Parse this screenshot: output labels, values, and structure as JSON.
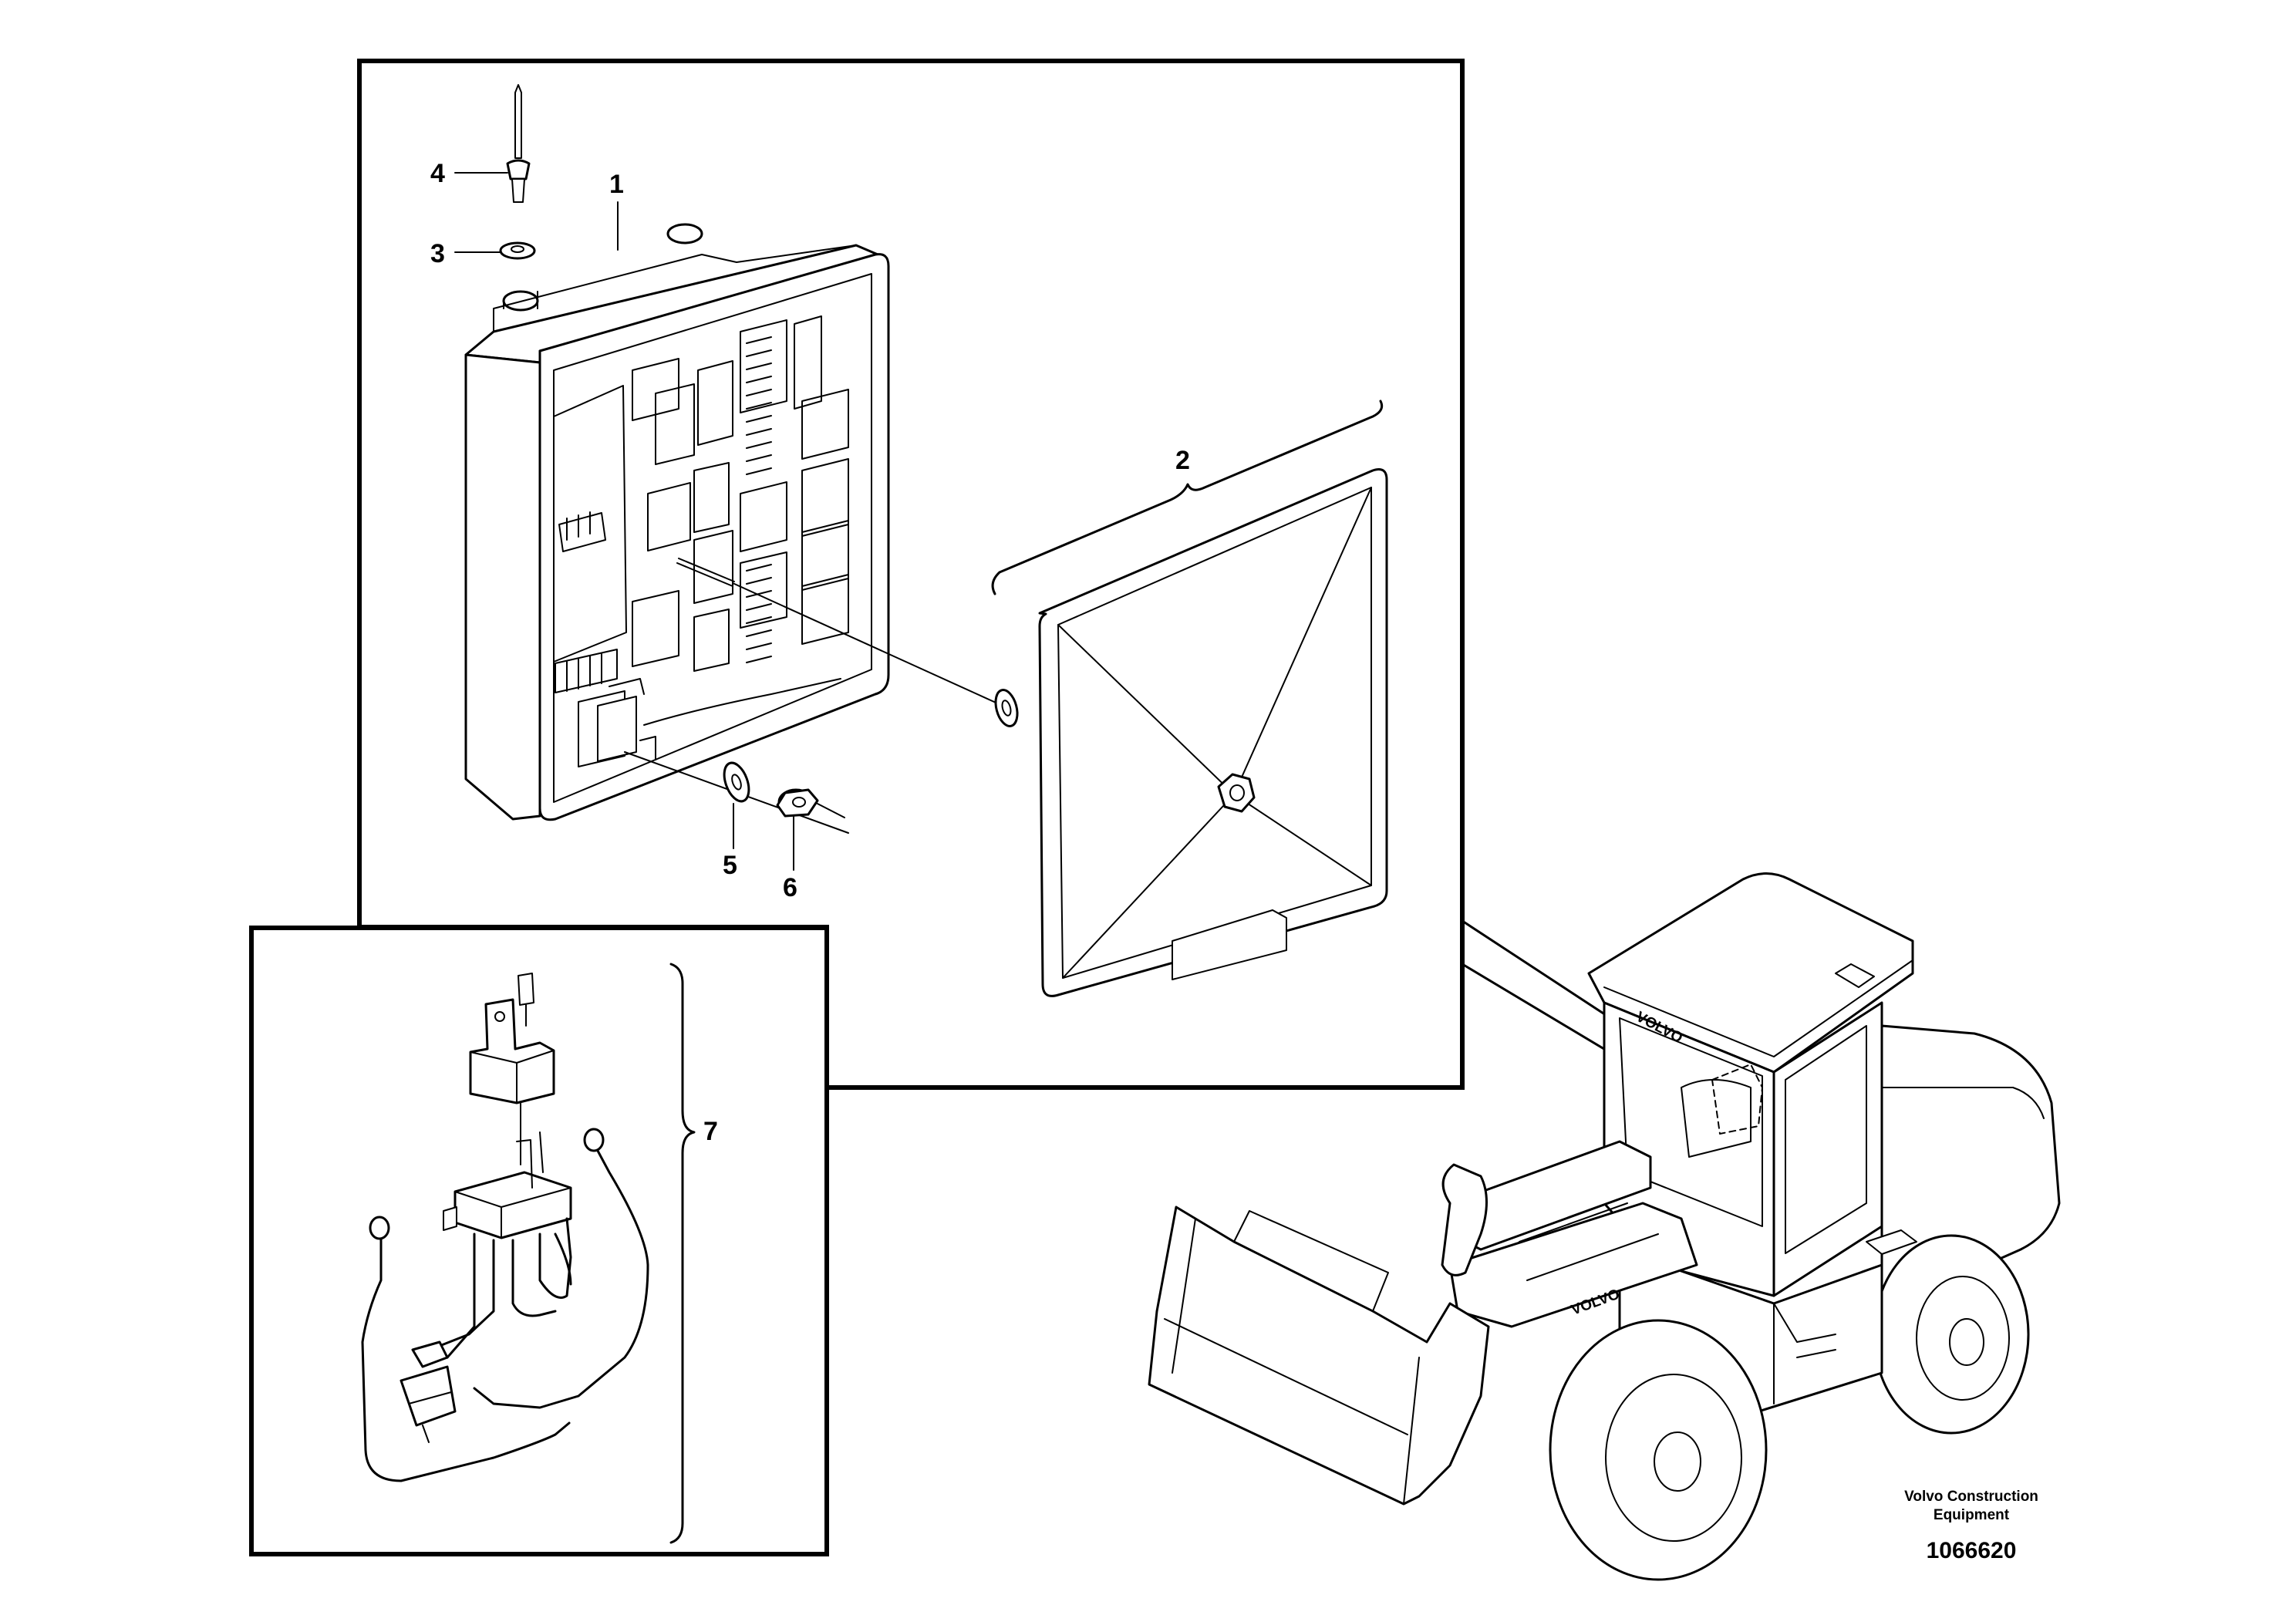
{
  "callouts": {
    "c1": "1",
    "c2": "2",
    "c3": "3",
    "c4": "4",
    "c5": "5",
    "c6": "6",
    "c7": "7"
  },
  "footer": {
    "company_line1": "Volvo Construction",
    "company_line2": "Equipment",
    "document_number": "1066620"
  },
  "machine": {
    "roof_brand": "VOLVO",
    "boom_brand": "VOLVO"
  }
}
